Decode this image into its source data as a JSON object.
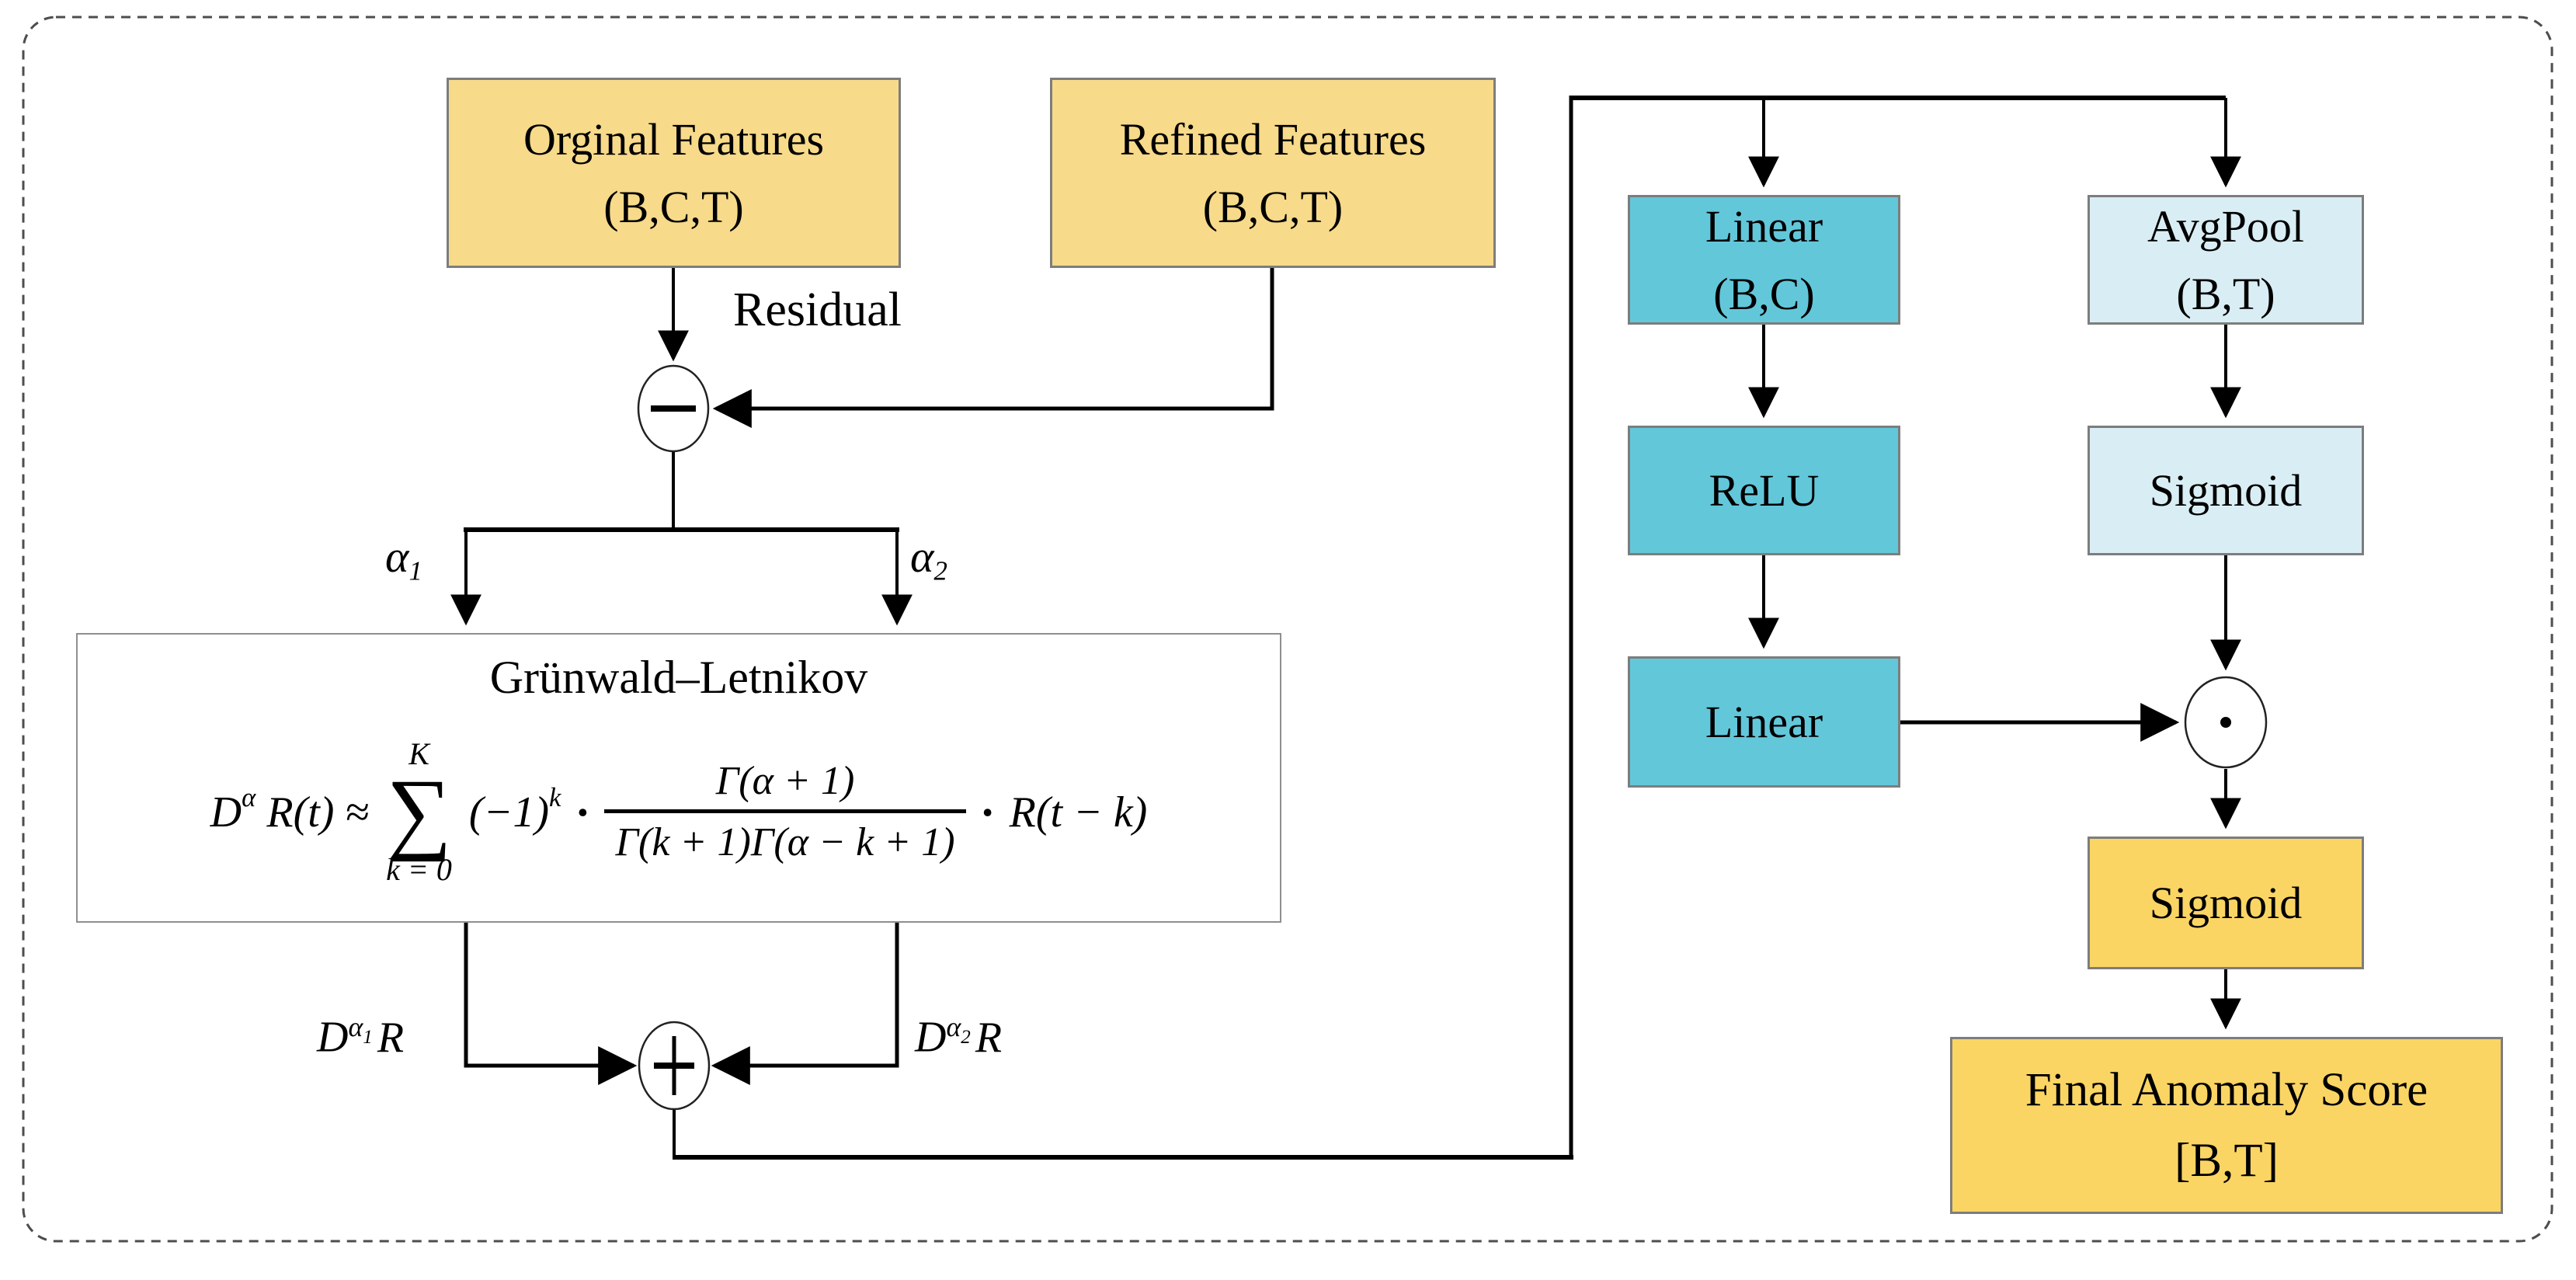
{
  "colors": {
    "feature_box_fill": "#F7DA8A",
    "teal_fill": "#63C7DA",
    "light_cyan_fill": "#D9EEF4",
    "gold_fill": "#FAD564",
    "formula_box_fill": "#FFFFFF",
    "box_border": "#7D7D7D",
    "line_color": "#000000",
    "dashed_border": "#4D4D4D"
  },
  "boxes": {
    "original_features": {
      "line1": "Orginal Features",
      "line2": "(B,C,T)"
    },
    "refined_features": {
      "line1": "Refined Features",
      "line2": "(B,C,T)"
    },
    "gruenwald": {
      "title": "Grünwald–Letnikov"
    },
    "linear_bc": {
      "line1": "Linear",
      "line2": "(B,C)"
    },
    "avgpool_bt": {
      "line1": "AvgPool",
      "line2": "(B,T)"
    },
    "relu": {
      "label": "ReLU"
    },
    "sigmoid_temporal": {
      "label": "Sigmoid"
    },
    "linear_out": {
      "label": "Linear"
    },
    "sigmoid_final": {
      "label": "Sigmoid"
    },
    "final_score": {
      "line1": "Final Anomaly Score",
      "line2": "[B,T]"
    }
  },
  "labels": {
    "residual": "Residual",
    "alpha": "α",
    "alpha1_sub": "1",
    "alpha2_sub": "2",
    "d": "D",
    "r": "R"
  },
  "formula": {
    "lhs_base": "D",
    "lhs_sup": "α",
    "lhs_rest": "R(t) ≈",
    "sum_upper": "K",
    "sum_sigma": "∑",
    "sum_lower": "k = 0",
    "term_base": "(−1)",
    "term_sup": "k",
    "cdot": "·",
    "frac_num": "Γ(α + 1)",
    "frac_den": "Γ(k + 1)Γ(α − k + 1)",
    "rhs": "R(t − k)"
  }
}
